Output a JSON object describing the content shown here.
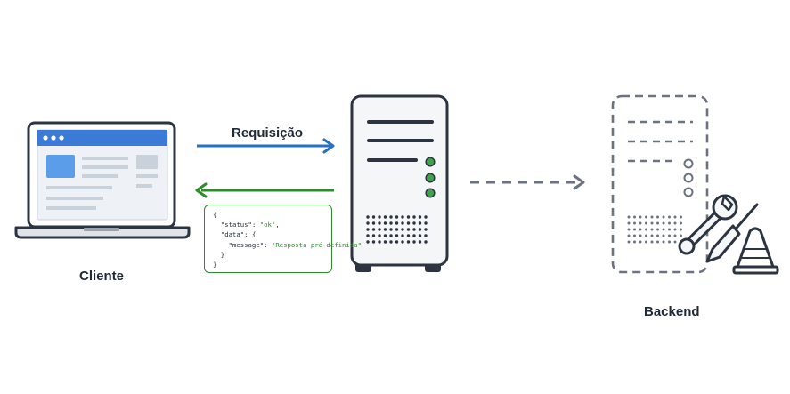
{
  "labels": {
    "client": "Cliente",
    "request": "Requisição",
    "backend": "Backend"
  },
  "response_json": {
    "open": "{",
    "status_key": "\"status\"",
    "status_value": "\"ok\"",
    "data_key": "\"data\"",
    "message_key": "\"message\"",
    "message_value": "\"Resposta pré-definida\"",
    "close_inner": "}",
    "close": "}"
  },
  "colors": {
    "request_arrow": "#2a6fc6",
    "response_arrow": "#2e8b2e",
    "outline": "#2b3440",
    "dashed": "#6b7280"
  },
  "icons": [
    "laptop-icon",
    "server-icon",
    "backend-server-icon",
    "wrench-icon",
    "screwdriver-icon",
    "traffic-cone-icon"
  ]
}
